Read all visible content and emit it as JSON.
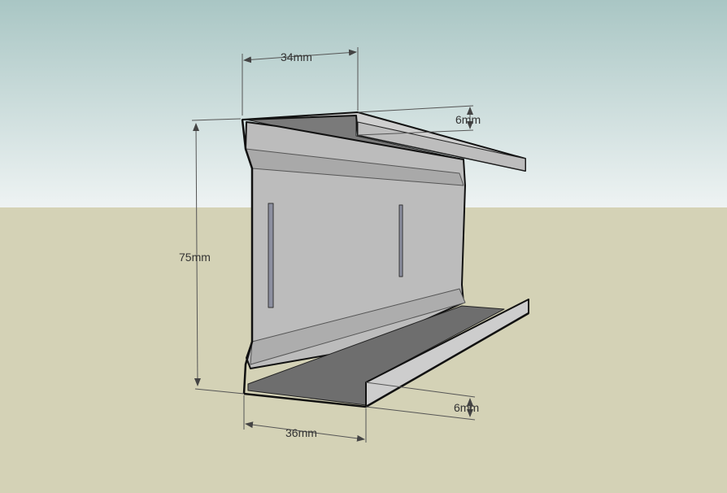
{
  "colors": {
    "sky_top": "#a9c6c4",
    "sky_bottom": "#eef3f3",
    "ground": "#d4d2b6",
    "metal_light": "#d6d6d6",
    "metal_mid": "#b8b8b8",
    "metal_dark": "#6e6e6e",
    "edge": "#111111",
    "dimension_line": "#444444"
  },
  "dimensions": {
    "top_width": "34mm",
    "bottom_width": "36mm",
    "height": "75mm",
    "top_lip": "6mm",
    "bottom_lip": "6mm"
  }
}
